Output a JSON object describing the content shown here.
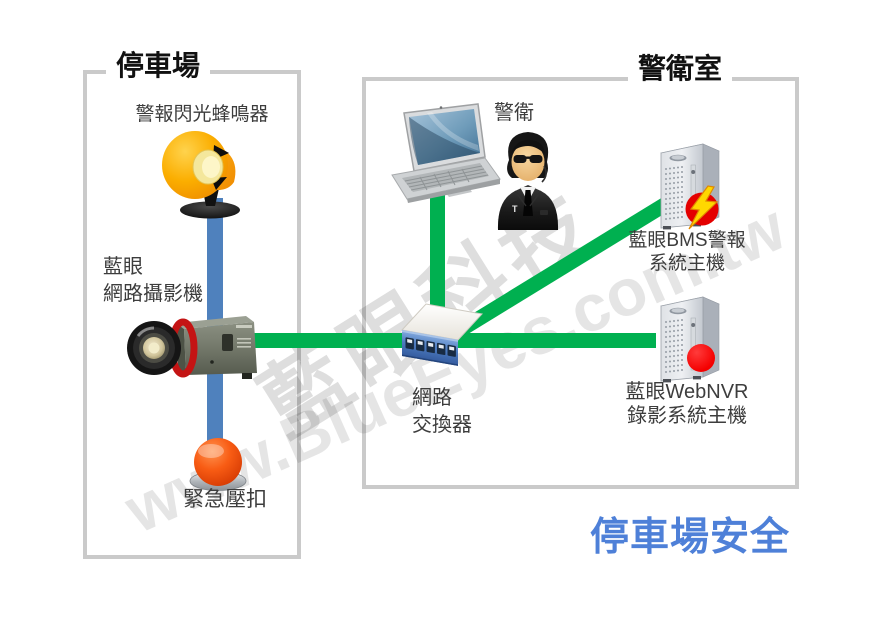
{
  "watermark": {
    "brand_cn": "藍眼科技",
    "brand_url": "www.BlueEyes.com.tw"
  },
  "zones": {
    "parking": {
      "title": "停車場"
    },
    "guard_room": {
      "title": "警衛室"
    }
  },
  "nodes": {
    "buzzer": {
      "label": "警報閃光蜂鳴器",
      "icon": "megaphone-icon"
    },
    "camera": {
      "label_line1": "藍眼",
      "label_line2": "網路攝影機",
      "icon": "cctv-camera-icon"
    },
    "emergency_button": {
      "label": "緊急壓扣",
      "icon": "red-push-button-icon"
    },
    "laptop": {
      "icon": "laptop-icon"
    },
    "guard": {
      "label": "警衛",
      "icon": "security-guard-icon"
    },
    "network_switch": {
      "label_line1": "網路",
      "label_line2": "交換器",
      "icon": "network-switch-icon"
    },
    "bms_server": {
      "label_line1": "藍眼BMS警報",
      "label_line2": "系統主機",
      "icon": "server-tower-icon",
      "badge": "lightning-alert-icon"
    },
    "nvr_server": {
      "label_line1": "藍眼WebNVR",
      "label_line2": "錄影系統主機",
      "icon": "server-tower-icon",
      "badge": "recording-dot-icon"
    }
  },
  "connections": [
    {
      "from": "buzzer",
      "to": "emergency_button",
      "via": "camera",
      "color": "#4f81bd",
      "style": "vertical"
    },
    {
      "from": "camera",
      "to": "nvr_server",
      "via": "network_switch",
      "color": "#00b050",
      "style": "horizontal"
    },
    {
      "from": "laptop",
      "to": "network_switch",
      "color": "#00b050",
      "style": "vertical"
    },
    {
      "from": "network_switch",
      "to": "bms_server",
      "color": "#00b050",
      "style": "diagonal"
    }
  ],
  "caption": {
    "text": "停車場安全"
  },
  "colors": {
    "cable_green": "#00b050",
    "cable_blue": "#4f81bd",
    "caption_blue": "#4e80d8",
    "box_border": "#cacaca",
    "label_text": "#3d3d3d",
    "alert_red": "#e40000",
    "bolt_yellow": "#ffd800",
    "recording_red": "#f40000"
  }
}
